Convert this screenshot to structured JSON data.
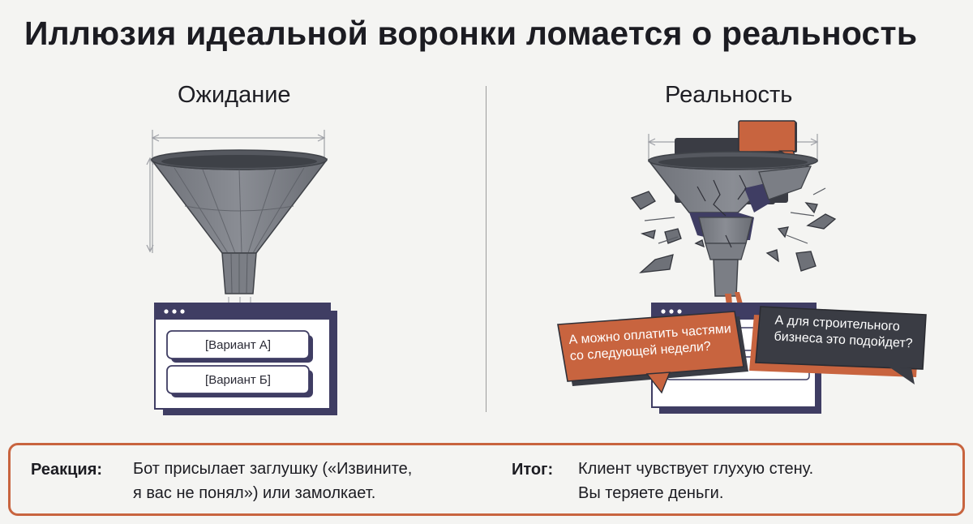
{
  "title": "Иллюзия идеальной воронки ломается о реальность",
  "left_panel": {
    "heading": "Ожидание",
    "options": [
      "[Вариант А]",
      "[Вариант Б]"
    ]
  },
  "right_panel": {
    "heading": "Реальность",
    "bubbles": {
      "orange_line1": "А можно оплатить частями",
      "orange_line2": "со следующей недели?",
      "dark_line1": "А для строительного",
      "dark_line2": "бизнеса это подойдет?"
    }
  },
  "bottom": {
    "reaction_label": "Реакция:",
    "reaction_line1": "Бот присылает заглушку («Извините,",
    "reaction_line2": "я вас не понял») или замолкает.",
    "result_label": "Итог:",
    "result_line1": "Клиент чувствует глухую стену.",
    "result_line2": "Вы теряете деньги."
  },
  "colors": {
    "accent_orange": "#c8643f",
    "dark_slate": "#3a3c44",
    "funnel_gray": "#7d8087",
    "window_navy": "#3f3d63"
  }
}
